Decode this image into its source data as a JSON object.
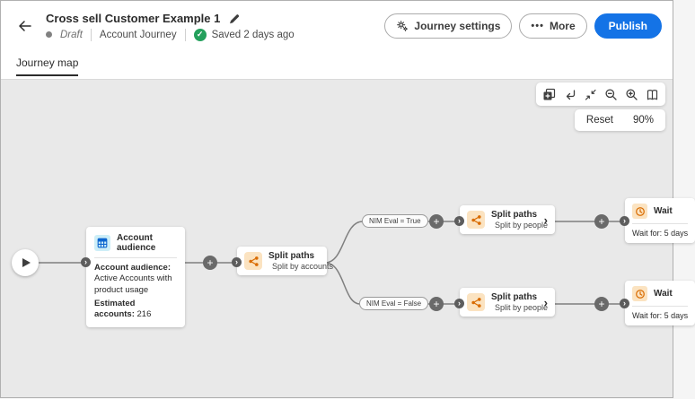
{
  "header": {
    "title": "Cross sell Customer Example 1",
    "status": "Draft",
    "journey_type": "Account Journey",
    "saved": "Saved 2 days ago",
    "settings_button": "Journey settings",
    "more_button": "More",
    "publish_button": "Publish"
  },
  "tabs": {
    "journey_map": "Journey map"
  },
  "toolbar": {
    "reset": "Reset",
    "zoom_level": "90%"
  },
  "canvas": {
    "branch_true": "NIM Eval = True",
    "branch_false": "NIM Eval = False",
    "audience": {
      "title": "Account audience",
      "body_label": "Account audience:",
      "body_value": "Active Accounts with product usage",
      "estimate_label": "Estimated accounts:",
      "estimate_value": "216"
    },
    "split_mid": {
      "title": "Split paths",
      "subtitle": "Split by accounts"
    },
    "split_top": {
      "title": "Split paths",
      "subtitle": "Split by people"
    },
    "split_bottom": {
      "title": "Split paths",
      "subtitle": "Split by people"
    },
    "wait_top": {
      "title": "Wait",
      "body": "Wait for: 5 days"
    },
    "wait_bottom": {
      "title": "Wait",
      "body": "Wait for: 5 days"
    }
  },
  "icons": {
    "plus": "+",
    "chevron_right": "›",
    "more_dots": "•••",
    "check": "✓"
  },
  "colors": {
    "publish_blue": "#1473e6",
    "saved_green": "#24a05c",
    "node_orange": "#d96b00",
    "node_orange_bg": "#fbe3c1",
    "node_blue": "#0d66d0",
    "node_blue_bg": "#cdeef7",
    "canvas_bg": "#e9e9e9",
    "connector": "#7f7f7f"
  }
}
